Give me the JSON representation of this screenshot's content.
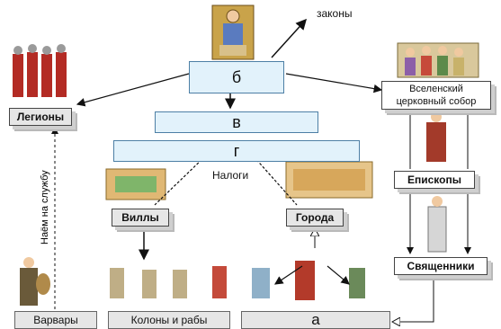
{
  "diagram": {
    "labels": {
      "emperor_box": "б",
      "box_v": "в",
      "box_g": "г",
      "box_a": "а",
      "laws": "законы",
      "taxes": "Налоги",
      "legions": "Легионы",
      "villas": "Виллы",
      "cities": "Города",
      "council": "Вселенский церковный собор",
      "bishops": "Епископы",
      "priests": "Священники",
      "barbarians": "Варвары",
      "coloni_slaves": "Колоны и рабы",
      "hired_service": "Наём на службу"
    },
    "icons": {
      "emperor": "emperor-figure-icon",
      "soldiers": "roman-legion-icon",
      "council": "church-council-icon",
      "bishop": "bishop-figure-icon",
      "priest": "priest-figure-icon",
      "villa": "villa-building-icon",
      "city": "walled-city-icon",
      "barbarian": "barbarian-warrior-icon",
      "workers": "farm-workers-icon",
      "artisans": "artisans-icon"
    },
    "colors": {
      "box_fill": "#e2f2fb",
      "box_border": "#4d7fa5",
      "grey_box": "#e6e6e6",
      "arrow": "#111111"
    }
  }
}
